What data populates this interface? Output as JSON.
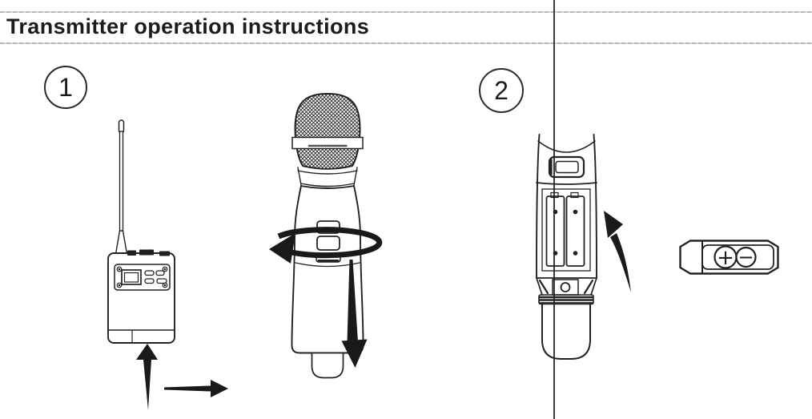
{
  "header": {
    "title": "Transmitter operation instructions"
  },
  "steps": [
    {
      "number": "1"
    },
    {
      "number": "2"
    }
  ],
  "battery": {
    "positive": "+",
    "negative": "−"
  },
  "colors": {
    "ink": "#1f1f1f",
    "rule_gray": "#b3b3b3",
    "background": "#ffffff",
    "divider": "#3c3c3c"
  },
  "figures": {
    "step1_items": [
      "bodypack-transmitter-illustration",
      "handheld-microphone-illustration",
      "rotate-arrow-icon",
      "up-arrow-icon",
      "right-arrow-icon"
    ],
    "step2_items": [
      "handheld-battery-compartment-illustration",
      "flip-up-arrow-icon",
      "battery-illustration"
    ]
  }
}
